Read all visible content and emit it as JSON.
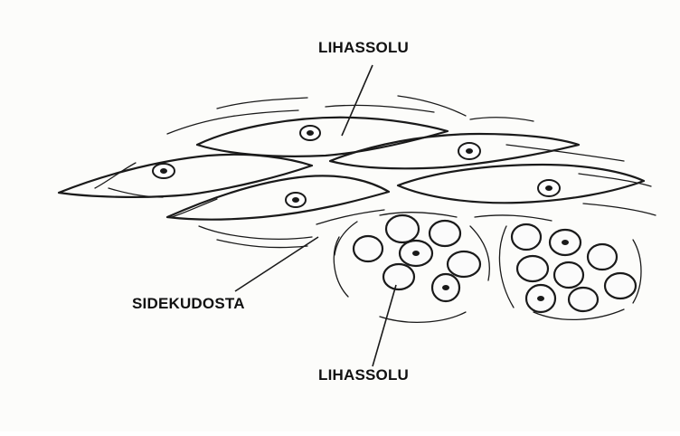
{
  "labels": {
    "top": "LIHASSOLU",
    "left": "SIDEKUDOSTA",
    "bottom": "LIHASSOLU"
  }
}
